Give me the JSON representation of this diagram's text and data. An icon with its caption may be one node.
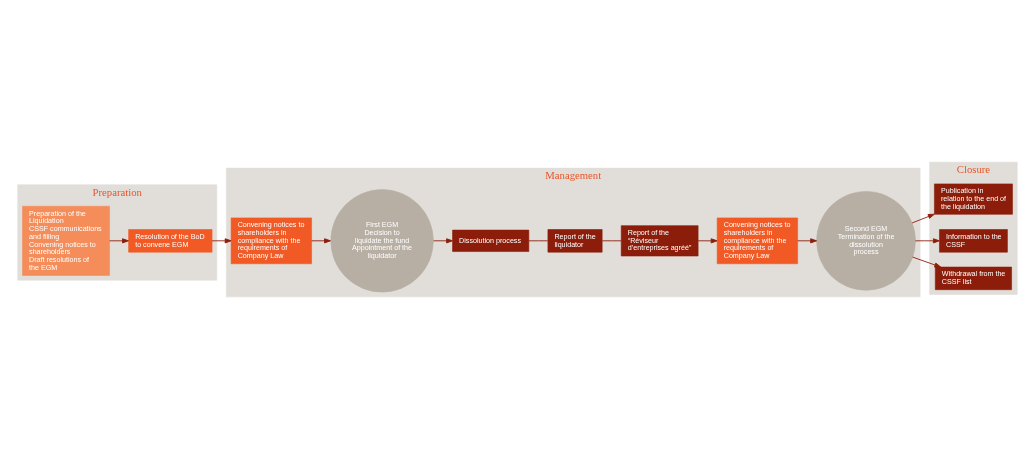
{
  "diagram": {
    "nodes": [
      {
        "text": [
          "Preparation"
        ]
      },
      {
        "text": [
          "Preparation of the Liquidation",
          "CSSF communications and filling",
          "Convening notices to shareholders",
          "Draft resolutions of the EGM"
        ],
        "in": 0
      },
      {
        "text": [
          "Resolution of the BoD to convene EGM"
        ],
        "in": 0
      },
      {
        "text": [
          "Management"
        ]
      },
      {
        "text": [
          "First EGM",
          "Decision to liquidate the fund",
          "Appointment of the liquidator"
        ],
        "in": 3
      },
      {
        "text": [
          "Convening notices to shareholders in compliance with the requirements of Company Law"
        ],
        "in": 3
      },
      {
        "text": [
          "Dissolution process"
        ],
        "in": 3
      },
      {
        "text": [
          "Report of the liquidator"
        ],
        "in": 3
      },
      {
        "text": [
          "Report of the “Réviseur d’entreprises agréé”"
        ],
        "in": 3
      },
      {
        "text": [
          "Second EGM",
          "Termination of the dissolution process"
        ],
        "in": 3
      },
      {
        "text": [
          "Convening notices to shareholders in compliance with the requirements of Company Law"
        ],
        "in": 3
      },
      {
        "text": [
          "Closure"
        ]
      },
      {
        "text": [
          "Publication in relation to the end of the liquidation"
        ],
        "in": 11
      },
      {
        "text": [
          "Information to the CSSF"
        ],
        "in": 11
      },
      {
        "text": [
          "Withdrawal from the CSSF list"
        ],
        "in": 11
      }
    ],
    "edges": [
      {
        "from": 1,
        "to": 2,
        "arrow": "to"
      },
      {
        "from": 2,
        "to": 5,
        "arrow": "to"
      },
      {
        "from": 5,
        "to": 4,
        "arrow": "to"
      },
      {
        "from": 4,
        "to": 6,
        "arrow": "to"
      },
      {
        "from": 6,
        "to": 7,
        "arrow": "none"
      },
      {
        "from": 7,
        "to": 8,
        "arrow": "none"
      },
      {
        "from": 8,
        "to": 10,
        "arrow": "to"
      },
      {
        "from": 10,
        "to": 9,
        "arrow": "to"
      },
      {
        "from": 9,
        "to": 12,
        "arrow": "to"
      },
      {
        "from": 9,
        "to": 13,
        "arrow": "to"
      },
      {
        "from": 9,
        "to": 14,
        "arrow": "to"
      }
    ]
  }
}
